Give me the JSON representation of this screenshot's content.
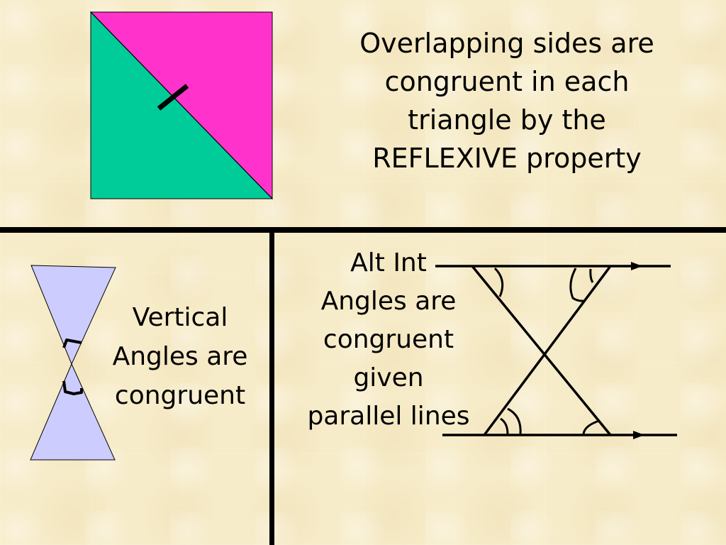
{
  "slide": {
    "background": "#f7ecc9",
    "divider_color": "#000000"
  },
  "panels": {
    "reflexive": {
      "caption_lines": [
        "Overlapping  sides are",
        "congruent in each",
        "triangle by the",
        "REFLEXIVE property"
      ],
      "figure": {
        "type": "square-split-by-diagonal",
        "upper_triangle_color": "#ff33cc",
        "lower_triangle_color": "#00cc99",
        "tick_mark": "single congruence tick on shared diagonal"
      }
    },
    "vertical": {
      "caption_lines": [
        "Vertical",
        "Angles are",
        "congruent"
      ],
      "figure": {
        "type": "bowtie-vertical-angles",
        "fill_color": "#ccccff",
        "angle_marks": 2
      }
    },
    "alt_int": {
      "caption_lines": [
        "Alt Int",
        "Angles are",
        "congruent",
        "given",
        "parallel lines"
      ],
      "figure": {
        "type": "parallel-lines-with-transversals",
        "parallel_line_arrows": 2,
        "angle_marks": 4
      }
    }
  }
}
